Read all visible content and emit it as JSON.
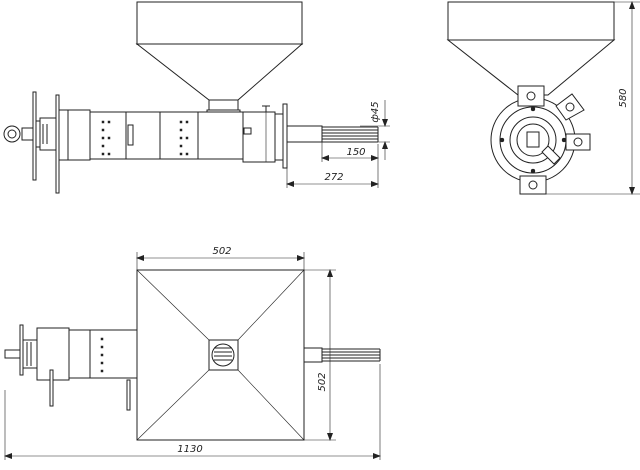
{
  "dimensions": {
    "shaft_diameter": "ф45",
    "shaft_length": "150",
    "outlet_length": "272",
    "height": "580",
    "hopper_width": "502",
    "hopper_depth": "502",
    "overall_length": "1130"
  }
}
